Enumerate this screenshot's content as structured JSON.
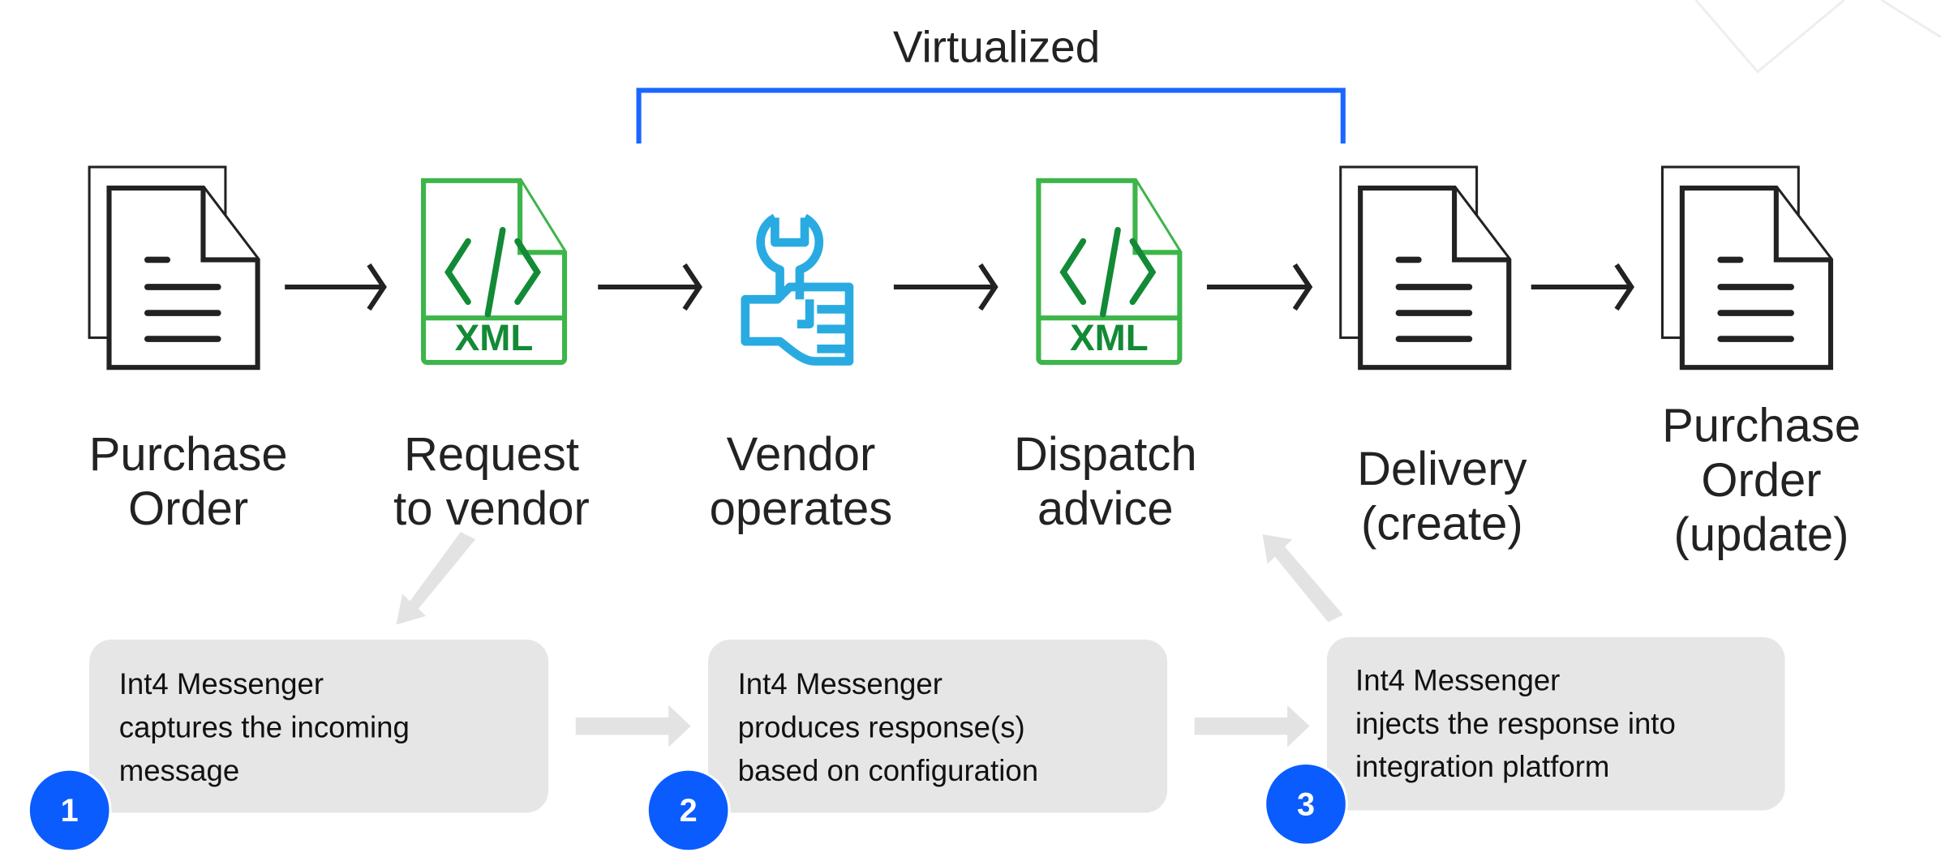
{
  "header": {
    "title": "Virtualized",
    "bracket_color": "#1a66ff"
  },
  "steps": [
    {
      "icon": "document-icon",
      "lines": [
        "Purchase",
        "Order"
      ]
    },
    {
      "icon": "xml-file-icon",
      "lines": [
        "Request",
        "to vendor"
      ],
      "badge": "XML"
    },
    {
      "icon": "wrench-hand-icon",
      "lines": [
        "Vendor",
        "operates"
      ]
    },
    {
      "icon": "xml-file-icon",
      "lines": [
        "Dispatch",
        "advice"
      ],
      "badge": "XML"
    },
    {
      "icon": "document-icon",
      "lines": [
        "Delivery",
        "(create)"
      ]
    },
    {
      "icon": "document-icon",
      "lines": [
        "Purchase",
        "Order",
        "(update)"
      ]
    }
  ],
  "boxes": [
    {
      "number": "1",
      "lines": [
        "Int4 Messenger",
        "captures the incoming",
        "message"
      ]
    },
    {
      "number": "2",
      "lines": [
        "Int4 Messenger",
        "produces response(s)",
        "based on configuration"
      ]
    },
    {
      "number": "3",
      "lines": [
        "Int4 Messenger",
        "injects the response into",
        "integration platform"
      ]
    }
  ],
  "colors": {
    "xml_green": "#3db54a",
    "xml_text": "#138a36",
    "wrench_blue": "#29abe2",
    "badge_blue": "#0a5cff",
    "box_gray": "#e6e6e6"
  }
}
